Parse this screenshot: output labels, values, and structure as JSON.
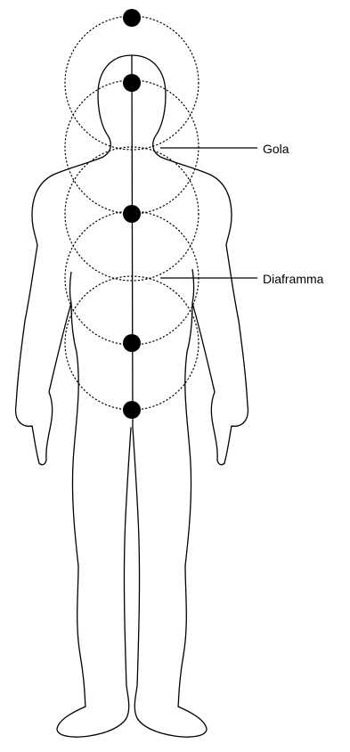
{
  "labels": {
    "throat": "Gola",
    "diaphragm": "Diaframma"
  },
  "centers": [
    {
      "name": "center-above-head"
    },
    {
      "name": "center-head"
    },
    {
      "name": "center-chest"
    },
    {
      "name": "center-abdomen"
    },
    {
      "name": "center-pelvis"
    }
  ],
  "colors": {
    "ink": "#000000",
    "background": "#ffffff"
  }
}
